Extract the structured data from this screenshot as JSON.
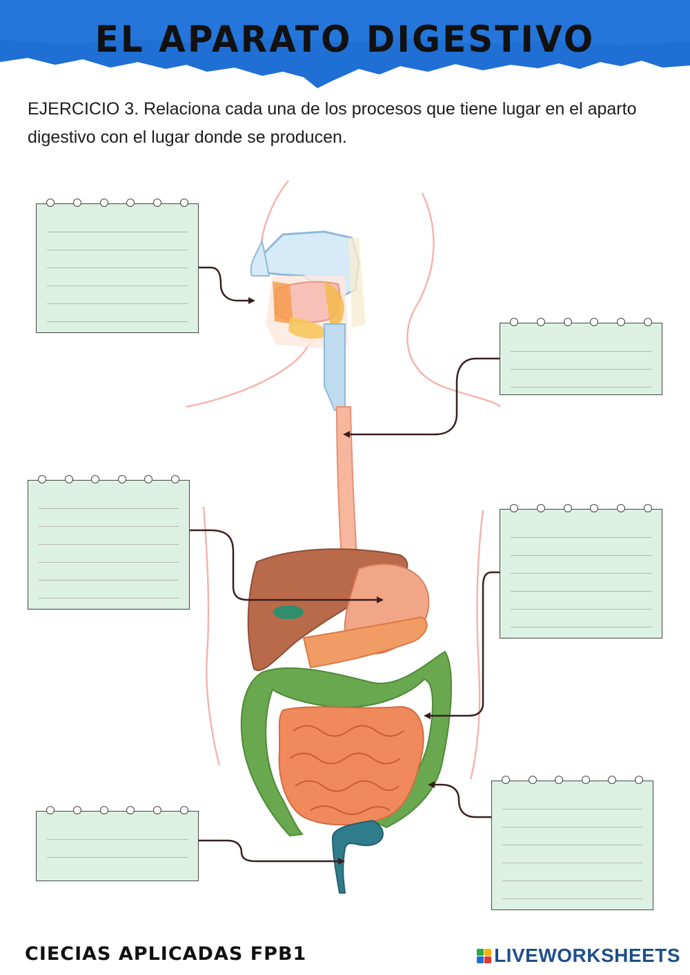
{
  "header": {
    "title": "EL APARATO DIGESTIVO",
    "banner_color": "#1f6fd4"
  },
  "instructions": {
    "text": "EJERCICIO 3. Relaciona cada una de los procesos que tiene lugar en el aparto digestivo con el lugar donde se producen."
  },
  "answer_boxes": [
    {
      "id": "box-mouth",
      "value": ""
    },
    {
      "id": "box-esophagus",
      "value": ""
    },
    {
      "id": "box-stomach",
      "value": ""
    },
    {
      "id": "box-small-intestine",
      "value": ""
    },
    {
      "id": "box-large-intestine",
      "value": ""
    },
    {
      "id": "box-rectum",
      "value": ""
    }
  ],
  "footer": {
    "course": "CIECIAS APLICADAS FPB1",
    "brand": "LIVEWORKSHEETS"
  },
  "colors": {
    "note_fill": "#dcf1e4",
    "connector": "#3a1d1d",
    "liver": "#b86a4a",
    "stomach": "#f2a688",
    "colon": "#6aa84f",
    "small_intestine": "#f08a5d",
    "esophagus": "#f7b79d",
    "brand": "#1d4f8c"
  },
  "icons": [
    "liveworksheets-logo-icon"
  ]
}
